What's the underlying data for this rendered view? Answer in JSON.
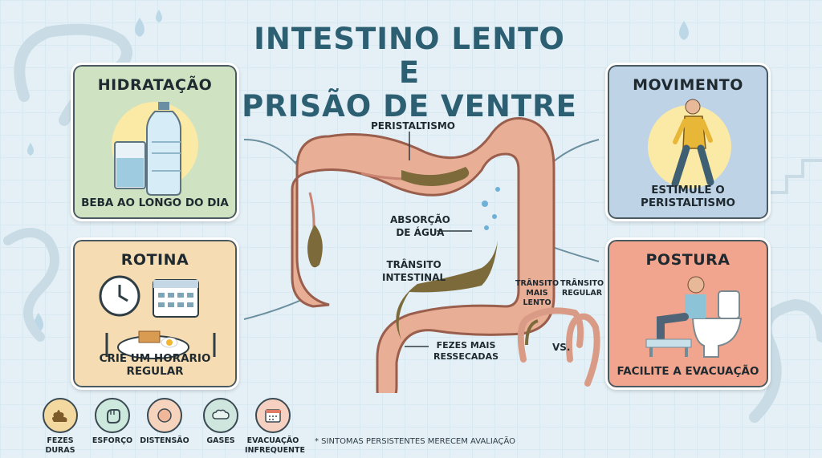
{
  "title": {
    "line1": "INTESTINO LENTO E",
    "line2": "PRISÃO DE VENTRE"
  },
  "cards": {
    "hidratacao": {
      "heading": "HIDRATAÇÃO",
      "caption": "BEBA AO LONGO DO DIA",
      "bg": "#cfe3c2"
    },
    "rotina": {
      "heading": "ROTINA",
      "caption": "CRIE UM HORÁRIO REGULAR",
      "bg": "#f6dcb3"
    },
    "movimento": {
      "heading": "MOVIMENTO",
      "caption": "ESTIMULE O PERISTALTISMO",
      "bg": "#bfd3e6"
    },
    "postura": {
      "heading": "POSTURA",
      "caption": "FACILITE A EVACUAÇÃO",
      "bg": "#f2a58e"
    }
  },
  "labels": {
    "peristaltismo": "PERISTALTISMO",
    "absorcao_1": "ABSORÇÃO",
    "absorcao_2": "DE ÁGUA",
    "transito_1": "TRÂNSITO",
    "transito_2": "INTESTINAL",
    "fezes_1": "FEZES MAIS",
    "fezes_2": "RESSECADAS",
    "lento_1": "TRÂNSITO",
    "lento_2": "MAIS",
    "lento_3": "LENTO",
    "regular_1": "TRÂNSITO",
    "regular_2": "REGULAR",
    "vs": "VS."
  },
  "symptoms": [
    {
      "label1": "FEZES",
      "label2": "DURAS",
      "icon": "stool-icon",
      "bg": "#f3d9a0"
    },
    {
      "label1": "ESFORÇO",
      "label2": "",
      "icon": "fist-icon",
      "bg": "#cde8dc"
    },
    {
      "label1": "DISTENSÃO",
      "label2": "",
      "icon": "bloating-icon",
      "bg": "#f6d3bd"
    },
    {
      "label1": "GASES",
      "label2": "",
      "icon": "gas-icon",
      "bg": "#cfe6df"
    },
    {
      "label1": "EVACUAÇÃO",
      "label2": "INFREQUENTE",
      "icon": "calendar-icon",
      "bg": "#f6d0c0"
    }
  ],
  "footnote": "* SINTOMAS PERSISTENTES MERECEM AVALIAÇÃO",
  "colors": {
    "title": "#2d5f73",
    "colon": "#e9ae96",
    "stool": "#7c6a3a",
    "arrow": "#6b8f9e"
  }
}
